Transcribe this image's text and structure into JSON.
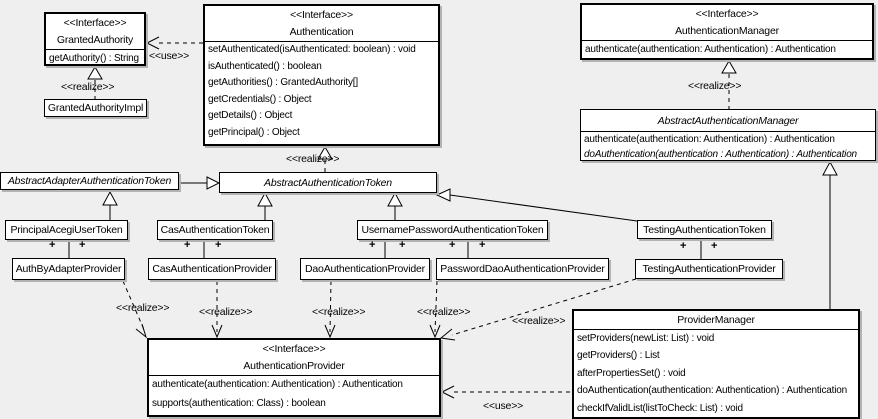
{
  "canvas": {
    "background": "#efefef",
    "box_fill": "#ffffff",
    "line_color": "#000000",
    "shadow_color": "#b3b3b3"
  },
  "labels": {
    "interface": "<<Interface>>",
    "realize": "<<realize>>",
    "use": "<<use>>",
    "plus": "+"
  },
  "classes": {
    "granted_authority": {
      "stereotype": "<<Interface>>",
      "name": "GrantedAuthority",
      "methods": [
        "getAuthority() : String"
      ]
    },
    "granted_authority_impl": {
      "name": "GrantedAuthorityImpl"
    },
    "authentication": {
      "stereotype": "<<Interface>>",
      "name": "Authentication",
      "methods": [
        "setAuthenticated(isAuthenticated: boolean) : void",
        "isAuthenticated() : boolean",
        "getAuthorities() : GrantedAuthority[]",
        "getCredentials() : Object",
        "getDetails() : Object",
        "getPrincipal() : Object"
      ]
    },
    "authentication_manager": {
      "stereotype": "<<Interface>>",
      "name": "AuthenticationManager",
      "methods": [
        "authenticate(authentication: Authentication) : Authentication"
      ]
    },
    "abstract_authentication_manager": {
      "name": "AbstractAuthenticationManager",
      "methods": [
        "authenticate(authentication: Authentication) : Authentication",
        "doAuthentication(authentication : Authentication) : Authentication"
      ]
    },
    "abstract_adapter_authentication_token": {
      "name": "AbstractAdapterAuthenticationToken"
    },
    "abstract_authentication_token": {
      "name": "AbstractAuthenticationToken"
    },
    "principal_acegi_user_token": {
      "name": "PrincipalAcegiUserToken"
    },
    "cas_authentication_token": {
      "name": "CasAuthenticationToken"
    },
    "username_password_authentication_token": {
      "name": "UsernamePasswordAuthenticationToken"
    },
    "testing_authentication_token": {
      "name": "TestingAuthenticationToken"
    },
    "auth_by_adapter_provider": {
      "name": "AuthByAdapterProvider"
    },
    "cas_authentication_provider": {
      "name": "CasAuthenticationProvider"
    },
    "dao_authentication_provider": {
      "name": "DaoAuthenticationProvider"
    },
    "password_dao_authentication_provider": {
      "name": "PasswordDaoAuthenticationProvider"
    },
    "testing_authentication_provider": {
      "name": "TestingAuthenticationProvider"
    },
    "authentication_provider": {
      "stereotype": "<<Interface>>",
      "name": "AuthenticationProvider",
      "methods": [
        "authenticate(authentication: Authentication) : Authentication",
        "supports(authentication: Class) : boolean"
      ]
    },
    "provider_manager": {
      "name": "ProviderManager",
      "methods": [
        "setProviders(newList: List) : void",
        "getProviders() : List",
        "afterPropertiesSet() : void",
        "doAuthentication(authentication: Authentication) : Authentication",
        "checkIfValidList(listToCheck: List) : void"
      ]
    }
  },
  "relations": [
    {
      "type": "realize",
      "from": "GrantedAuthorityImpl",
      "to": "GrantedAuthority",
      "label": "<<realize>>"
    },
    {
      "type": "use",
      "from": "Authentication",
      "to": "GrantedAuthority",
      "label": "<<use>>"
    },
    {
      "type": "realize",
      "from": "AbstractAuthenticationToken",
      "to": "Authentication",
      "label": "<<realize>>"
    },
    {
      "type": "realize",
      "from": "AbstractAuthenticationManager",
      "to": "AuthenticationManager",
      "label": "<<realize>>"
    },
    {
      "type": "generalization",
      "from": "AbstractAdapterAuthenticationToken",
      "to": "AbstractAuthenticationToken"
    },
    {
      "type": "generalization",
      "from": "PrincipalAcegiUserToken",
      "to": "AbstractAdapterAuthenticationToken"
    },
    {
      "type": "generalization",
      "from": "CasAuthenticationToken",
      "to": "AbstractAuthenticationToken"
    },
    {
      "type": "generalization",
      "from": "UsernamePasswordAuthenticationToken",
      "to": "AbstractAuthenticationToken"
    },
    {
      "type": "generalization",
      "from": "TestingAuthenticationToken",
      "to": "AbstractAuthenticationToken"
    },
    {
      "type": "generalization",
      "from": "ProviderManager",
      "to": "AbstractAuthenticationManager"
    },
    {
      "type": "association",
      "from": "PrincipalAcegiUserToken",
      "to": "AuthByAdapterProvider",
      "end_labels": [
        "+",
        "+"
      ]
    },
    {
      "type": "association",
      "from": "CasAuthenticationToken",
      "to": "CasAuthenticationProvider",
      "end_labels": [
        "+",
        "+"
      ]
    },
    {
      "type": "association",
      "from": "UsernamePasswordAuthenticationToken",
      "to": "DaoAuthenticationProvider",
      "end_labels": [
        "+",
        "+"
      ]
    },
    {
      "type": "association",
      "from": "UsernamePasswordAuthenticationToken",
      "to": "PasswordDaoAuthenticationProvider",
      "end_labels": [
        "+",
        "+"
      ]
    },
    {
      "type": "association",
      "from": "TestingAuthenticationToken",
      "to": "TestingAuthenticationProvider",
      "end_labels": [
        "+",
        "+"
      ]
    },
    {
      "type": "realize",
      "from": "AuthByAdapterProvider",
      "to": "AuthenticationProvider",
      "label": "<<realize>>"
    },
    {
      "type": "realize",
      "from": "CasAuthenticationProvider",
      "to": "AuthenticationProvider",
      "label": "<<realize>>"
    },
    {
      "type": "realize",
      "from": "DaoAuthenticationProvider",
      "to": "AuthenticationProvider",
      "label": "<<realize>>"
    },
    {
      "type": "realize",
      "from": "PasswordDaoAuthenticationProvider",
      "to": "AuthenticationProvider",
      "label": "<<realize>>"
    },
    {
      "type": "realize",
      "from": "TestingAuthenticationProvider",
      "to": "AuthenticationProvider",
      "label": "<<realize>>"
    },
    {
      "type": "use",
      "from": "ProviderManager",
      "to": "AuthenticationProvider",
      "label": "<<use>>"
    }
  ]
}
